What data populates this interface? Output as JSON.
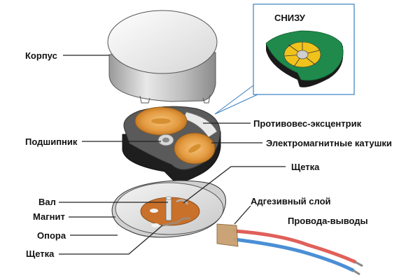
{
  "diagram": {
    "title": "Exploded view of a coin vibration motor",
    "inset": {
      "title": "СНИЗУ",
      "border_color": "#3a7fc0",
      "board_color": "#1f8a4c",
      "commutator_color": "#f0c21c"
    },
    "labels": {
      "housing": "Корпус",
      "bearing": "Подшипник",
      "eccentric_weight": "Противовес-эксцентрик",
      "electromagnetic_coils": "Электромагнитные катушки",
      "brush_top": "Щетка",
      "shaft": "Вал",
      "magnet": "Магнит",
      "base": "Опора",
      "brush_bottom": "Щетка",
      "adhesive_layer": "Адгезивный слой",
      "lead_wires": "Провода-выводы"
    },
    "colors": {
      "housing": "#d9d9d9",
      "rotor_body": "#5a5a5a",
      "coil": "#e3a04a",
      "magnet_ring": "#c9702a",
      "wire_red": "#e0605a",
      "wire_blue": "#4a8fd6",
      "adhesive": "#c8a070"
    }
  }
}
